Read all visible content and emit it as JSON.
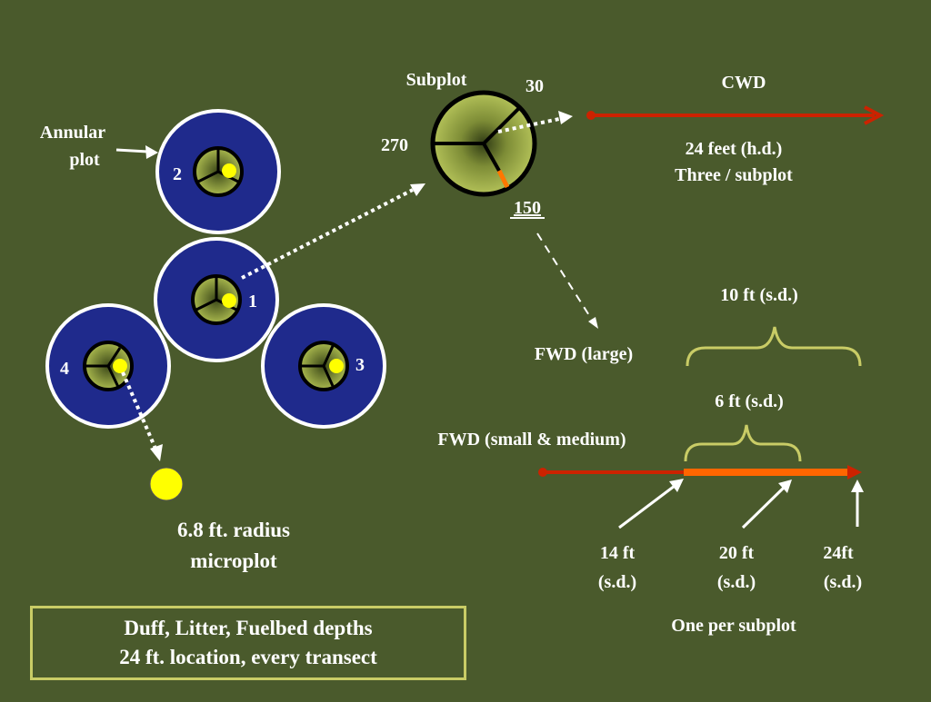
{
  "colors": {
    "background": "#4a5a2c",
    "annular_plot": "#1f2a8c",
    "subplot_fill": "#a8b84e",
    "microplot": "#ffff00",
    "cwd_line": "#cc2200",
    "fwd_segment": "#ff6600",
    "brace": "#c9cc66",
    "text": "#ffffff"
  },
  "layout_labels": {
    "annular_plot_label": [
      "Annular",
      "plot"
    ],
    "subplot_numbers": [
      "1",
      "2",
      "3",
      "4"
    ],
    "microplot_label": [
      "6.8 ft. radius",
      "microplot"
    ]
  },
  "subplot_detail": {
    "title": "Subplot",
    "azimuth_30": "30",
    "azimuth_270": "270",
    "azimuth_150": "150"
  },
  "cwd": {
    "title": "CWD",
    "length": "24 feet  (h.d.)",
    "count": "Three / subplot"
  },
  "fwd": {
    "large_label": "FWD (large)",
    "large_span": "10 ft  (s.d.)",
    "small_medium_label": "FWD (small & medium)",
    "small_span": "6 ft  (s.d.)",
    "marker_14": [
      "14 ft",
      "(s.d.)"
    ],
    "marker_20": [
      "20 ft",
      "(s.d.)"
    ],
    "marker_24": [
      "24ft",
      "(s.d.)"
    ],
    "frequency": "One per subplot"
  },
  "note": {
    "line1": "Duff, Litter, Fuelbed depths",
    "line2": "24 ft.  location, every transect"
  }
}
